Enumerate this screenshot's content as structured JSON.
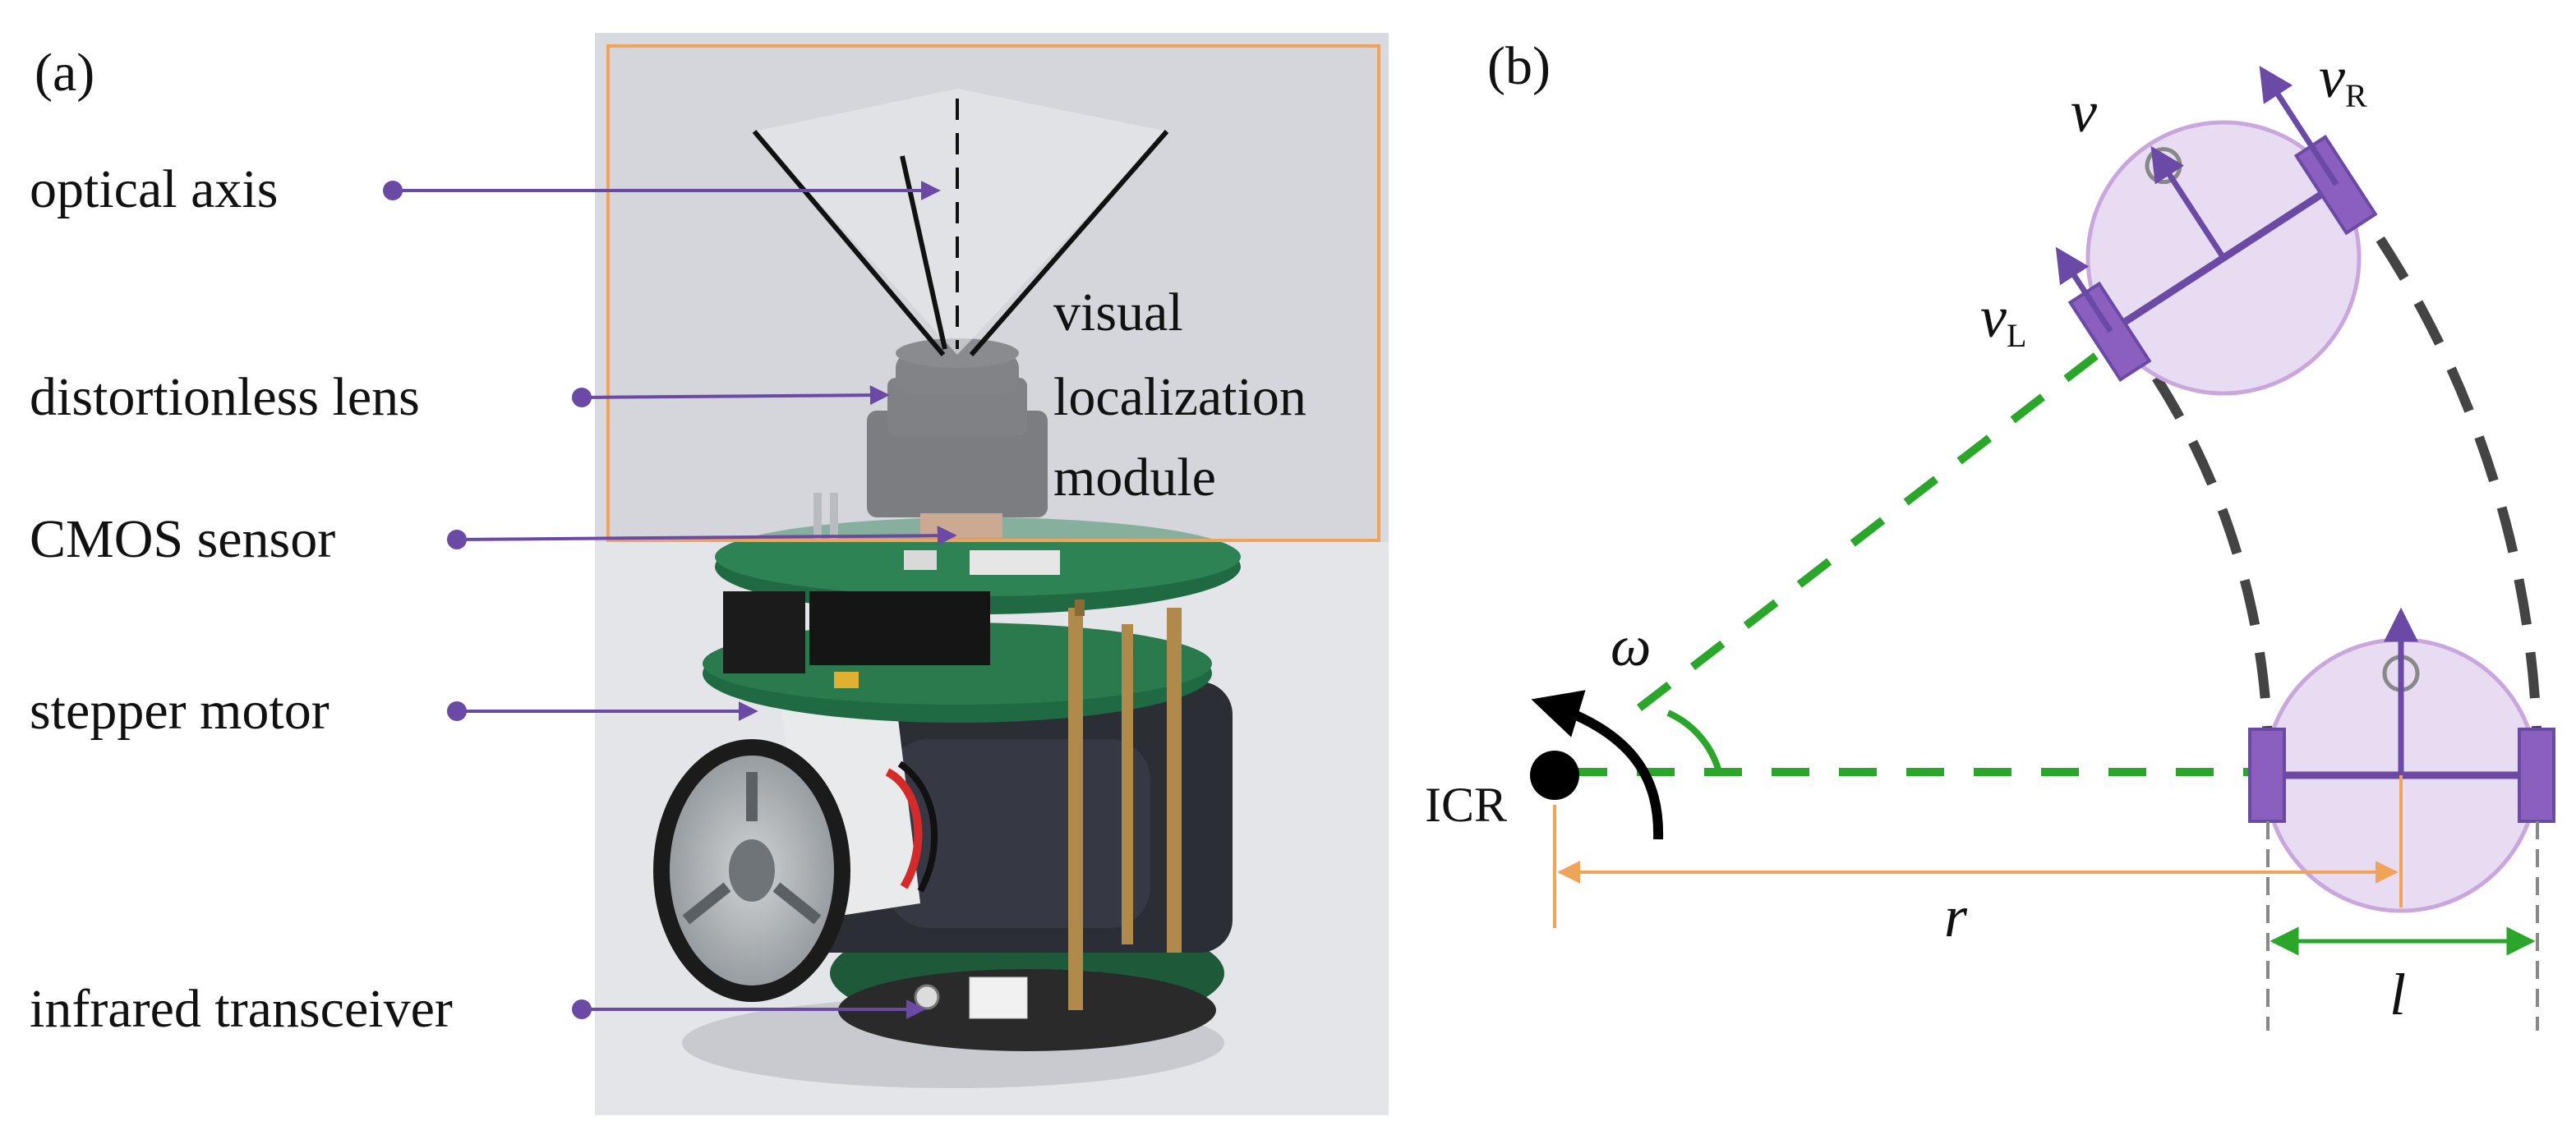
{
  "panel_a": {
    "tag": "(a)",
    "callouts": {
      "optical_axis": "optical axis",
      "lens": "distortionless lens",
      "cmos": "CMOS sensor",
      "motor": "stepper motor",
      "infrared": "infrared transceiver"
    },
    "module_lines": [
      "visual",
      "localization",
      "module"
    ]
  },
  "panel_b": {
    "tag": "(b)",
    "icr": "ICR",
    "omega": "ω",
    "v": "v",
    "v_left": "v",
    "v_left_sub": "L",
    "v_right": "v",
    "v_right_sub": "R",
    "r": "r",
    "l": "l"
  },
  "colors": {
    "purple": "#6a4aa5",
    "orange": "#f0a45a",
    "green": "#2aa62a",
    "dark": "#444444"
  }
}
